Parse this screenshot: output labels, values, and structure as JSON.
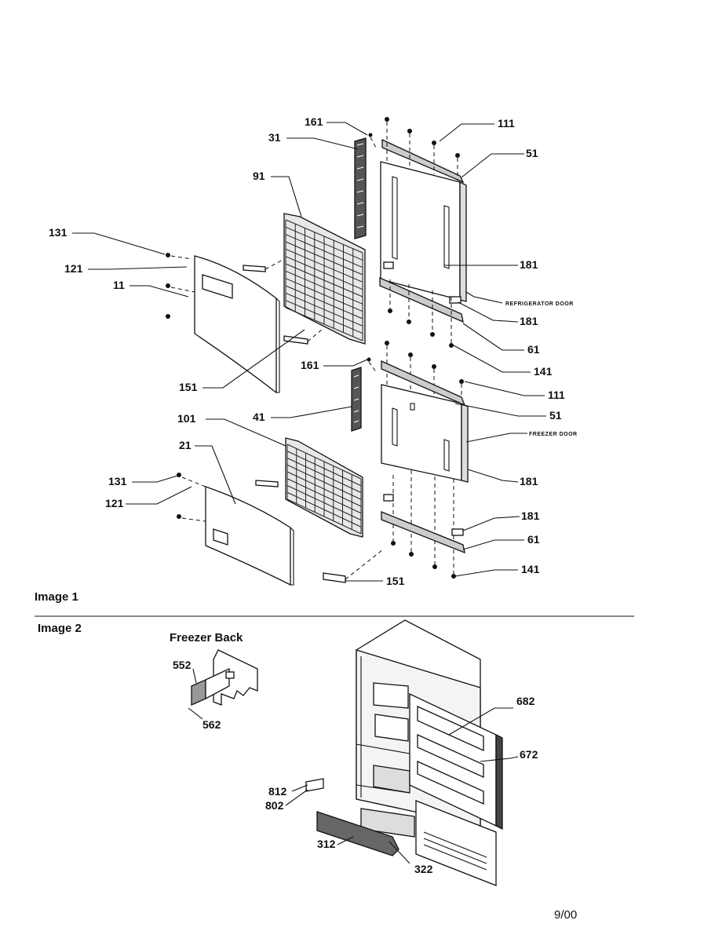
{
  "sections": {
    "image1": "Image 1",
    "image2": "Image 2",
    "freezer_back": "Freezer Back"
  },
  "door_labels": {
    "refrigerator": "REFRIGERATOR DOOR",
    "freezer": "FREEZER DOOR"
  },
  "callouts": {
    "c161a": "161",
    "c111a": "111",
    "c31": "31",
    "c51a": "51",
    "c91": "91",
    "c131a": "131",
    "c121a": "121",
    "c11": "11",
    "c181a": "181",
    "c181b": "181",
    "c61a": "61",
    "c151a": "151",
    "c161b": "161",
    "c141a": "141",
    "c111b": "111",
    "c51b": "51",
    "c41": "41",
    "c101": "101",
    "c21": "21",
    "c181c": "181",
    "c131b": "131",
    "c121b": "121",
    "c181d": "181",
    "c61b": "61",
    "c141b": "141",
    "c151b": "151",
    "c552": "552",
    "c562": "562",
    "c682": "682",
    "c672": "672",
    "c812": "812",
    "c802": "802",
    "c312": "312",
    "c322": "322"
  },
  "footer": {
    "date": "9/00"
  }
}
